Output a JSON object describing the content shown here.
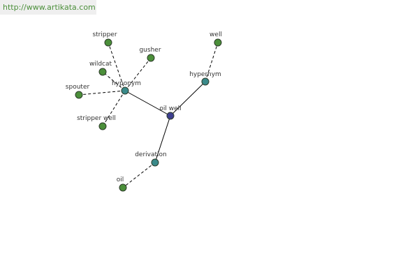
{
  "source_link": {
    "text": "http://www.artikata.com"
  },
  "colors": {
    "leaf": "#4b8f3a",
    "relation": "#3a8a8a",
    "root": "#3e3f8f",
    "link": "#4b8f3a"
  },
  "graph": {
    "nodes": [
      {
        "id": "oil-well",
        "label": "oil well",
        "kind": "root"
      },
      {
        "id": "hyponym",
        "label": "hyponym",
        "kind": "relation"
      },
      {
        "id": "hypernym",
        "label": "hypernym",
        "kind": "relation"
      },
      {
        "id": "derivation",
        "label": "derivation",
        "kind": "relation"
      },
      {
        "id": "stripper",
        "label": "stripper",
        "kind": "leaf"
      },
      {
        "id": "gusher",
        "label": "gusher",
        "kind": "leaf"
      },
      {
        "id": "wildcat",
        "label": "wildcat",
        "kind": "leaf"
      },
      {
        "id": "spouter",
        "label": "spouter",
        "kind": "leaf"
      },
      {
        "id": "stripper-well",
        "label": "stripper well",
        "kind": "leaf"
      },
      {
        "id": "well",
        "label": "well",
        "kind": "leaf"
      },
      {
        "id": "oil",
        "label": "oil",
        "kind": "leaf"
      }
    ],
    "edges": [
      {
        "from": "oil-well",
        "to": "hyponym",
        "style": "solid"
      },
      {
        "from": "oil-well",
        "to": "hypernym",
        "style": "solid"
      },
      {
        "from": "oil-well",
        "to": "derivation",
        "style": "solid"
      },
      {
        "from": "hyponym",
        "to": "stripper",
        "style": "dashed"
      },
      {
        "from": "hyponym",
        "to": "gusher",
        "style": "dashed"
      },
      {
        "from": "hyponym",
        "to": "wildcat",
        "style": "dashed"
      },
      {
        "from": "hyponym",
        "to": "spouter",
        "style": "dashed"
      },
      {
        "from": "hyponym",
        "to": "stripper-well",
        "style": "dashed"
      },
      {
        "from": "hypernym",
        "to": "well",
        "style": "dashed"
      },
      {
        "from": "derivation",
        "to": "oil",
        "style": "dashed"
      }
    ]
  }
}
